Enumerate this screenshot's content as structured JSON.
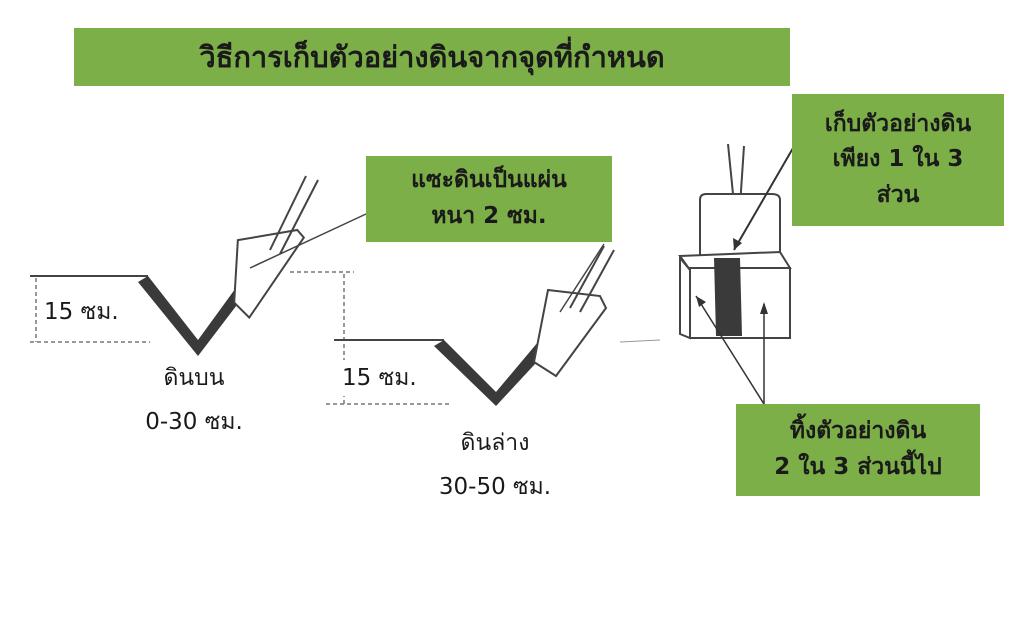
{
  "title": "วิธีการเก็บตัวอย่างดินจากจุดที่กำหนด",
  "callouts": {
    "slice": [
      "แซะดินเป็นแผ่น",
      "หนา 2 ซม."
    ],
    "keep": [
      "เก็บตัวอย่างดิน",
      "เพียง 1 ใน 3",
      "ส่วน"
    ],
    "discard": [
      "ทิ้งตัวอย่างดิน",
      "2 ใน 3  ส่วนนี้ไป"
    ]
  },
  "topsoil": {
    "depth_label": "15 ซม.",
    "name": "ดินบน",
    "range": "0-30 ซม."
  },
  "subsoil": {
    "depth_label": "15 ซม.",
    "name": "ดินล่าง",
    "range": "30-50 ซม."
  },
  "colors": {
    "callout_bg": "#7daf48",
    "soil_band": "#3a3a3a",
    "line": "#444444"
  }
}
